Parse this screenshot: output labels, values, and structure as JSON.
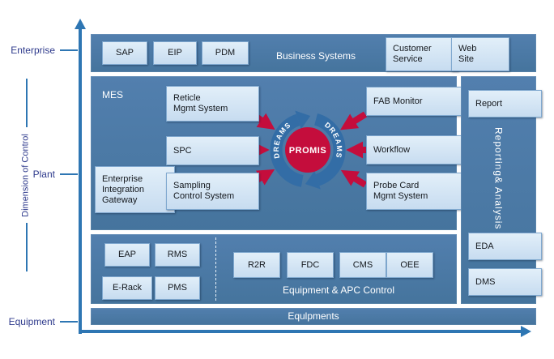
{
  "colors": {
    "panel_blue": "#4a7bac",
    "box_fill": "#cfe3f3",
    "box_border": "#7fa8cf",
    "accent_red": "#c40d3c",
    "ring_blue": "#336da6",
    "axis_blue": "#2e76b3",
    "axis_text_navy": "#2e3a8c"
  },
  "axis": {
    "y_title": "Dimension of Control",
    "labels": {
      "enterprise": "Enterprise",
      "plant": "Plant",
      "equipment": "Equipment"
    }
  },
  "business_systems": {
    "title": "Business Systems",
    "boxes": [
      "SAP",
      "EIP",
      "PDM"
    ],
    "customer_service": "Customer\nService",
    "web_site": "Web\nSite"
  },
  "mes": {
    "title": "MES",
    "reticle": "Reticle\nMgmt System",
    "spc": "SPC",
    "gateway": "Enterprise\nIntegration\nGateway",
    "sampling": "Sampling\nControl System",
    "fab_monitor": "FAB Monitor",
    "workflow": "Workflow",
    "probe_card": "Probe Card\nMgmt System",
    "core": {
      "label": "PROMIS",
      "ring_left": "DREAMS",
      "ring_right": "DREAMS"
    }
  },
  "reporting": {
    "report": "Report",
    "title": "Reporting& Analysis",
    "eda": "EDA",
    "dms": "DMS"
  },
  "equipment_apc": {
    "title": "Equipment & APC Control",
    "left_boxes": [
      "EAP",
      "RMS",
      "E-Rack",
      "PMS"
    ],
    "right_boxes": [
      "R2R",
      "FDC",
      "CMS",
      "OEE"
    ]
  },
  "equipments": {
    "title": "Equlpments"
  }
}
